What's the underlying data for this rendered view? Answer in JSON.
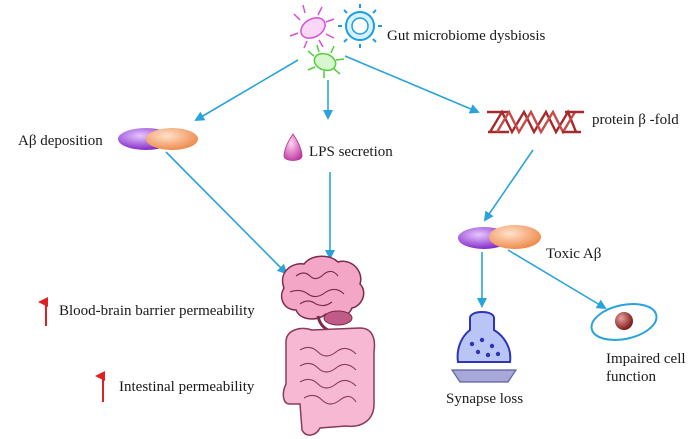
{
  "colors": {
    "arrow": "#2aa3dc",
    "up_arrow": "#e02020",
    "abeta_left": "#9a2fd6",
    "abeta_right": "#f39a5c",
    "lps": "#d14fb8",
    "dna": "#a52a2a",
    "brain": "#f4a6c6",
    "intestine": "#f6b8d2",
    "synapse": "#3b3fc9",
    "cell": "#8b1a1a"
  },
  "icons": [
    "microbe-cluster-icon",
    "abeta-oligomer-icon",
    "lps-drop-icon",
    "protein-beta-fold-icon",
    "brain-icon",
    "intestine-icon",
    "synapse-icon",
    "cell-icon",
    "up-arrow-icon"
  ],
  "labels": {
    "gut_dysbiosis": "Gut microbiome dysbiosis",
    "abeta_deposition": "Aβ  deposition",
    "lps_secretion": "LPS secretion",
    "protein_beta_fold": "protein  β  -fold",
    "toxic_abeta": "Toxic Aβ",
    "bbb_permeability": "Blood-brain barrier permeability",
    "intestinal_permeability": "Intestinal permeability",
    "synapse_loss": "Synapse loss",
    "impaired_cell_function_1": "Impaired cell",
    "impaired_cell_function_2": "function"
  }
}
